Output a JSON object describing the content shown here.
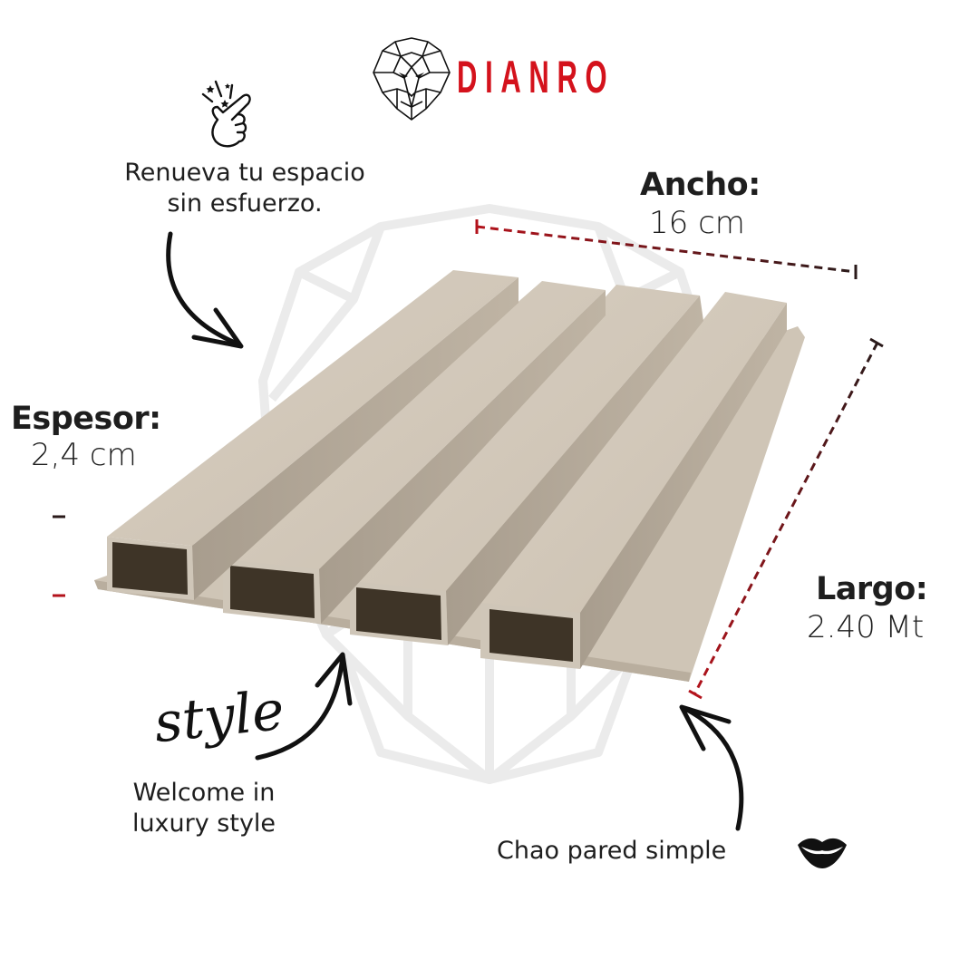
{
  "brand": {
    "name": "DIANRO",
    "logo_icon": "geometric-lion-head-icon",
    "color": "#d4121c"
  },
  "taglines": {
    "top_left": [
      "Renueva tu espacio",
      "sin esfuerzo."
    ],
    "bottom_left": [
      "Welcome in",
      "luxury style"
    ],
    "bottom_right": "Chao pared simple",
    "script_word": "style"
  },
  "dimensions": {
    "ancho": {
      "label": "Ancho:",
      "value": "16 cm"
    },
    "espesor": {
      "label": "Espesor:",
      "value": "2,4 cm"
    },
    "largo": {
      "label": "Largo:",
      "value": "2.40 Mt"
    }
  },
  "icons": {
    "snap": "finger-snap-icon",
    "lips": "kiss-lips-icon",
    "arrows": [
      "curved-arrow-down-icon",
      "curved-arrow-up-icon",
      "curved-arrow-up-right-icon"
    ]
  },
  "colors": {
    "panel": "#cdc3b4",
    "panel_dark": "#9e9384",
    "dim_red": "#b3121b",
    "dim_dark": "#2a1a1a",
    "watermark": "#ececec"
  }
}
